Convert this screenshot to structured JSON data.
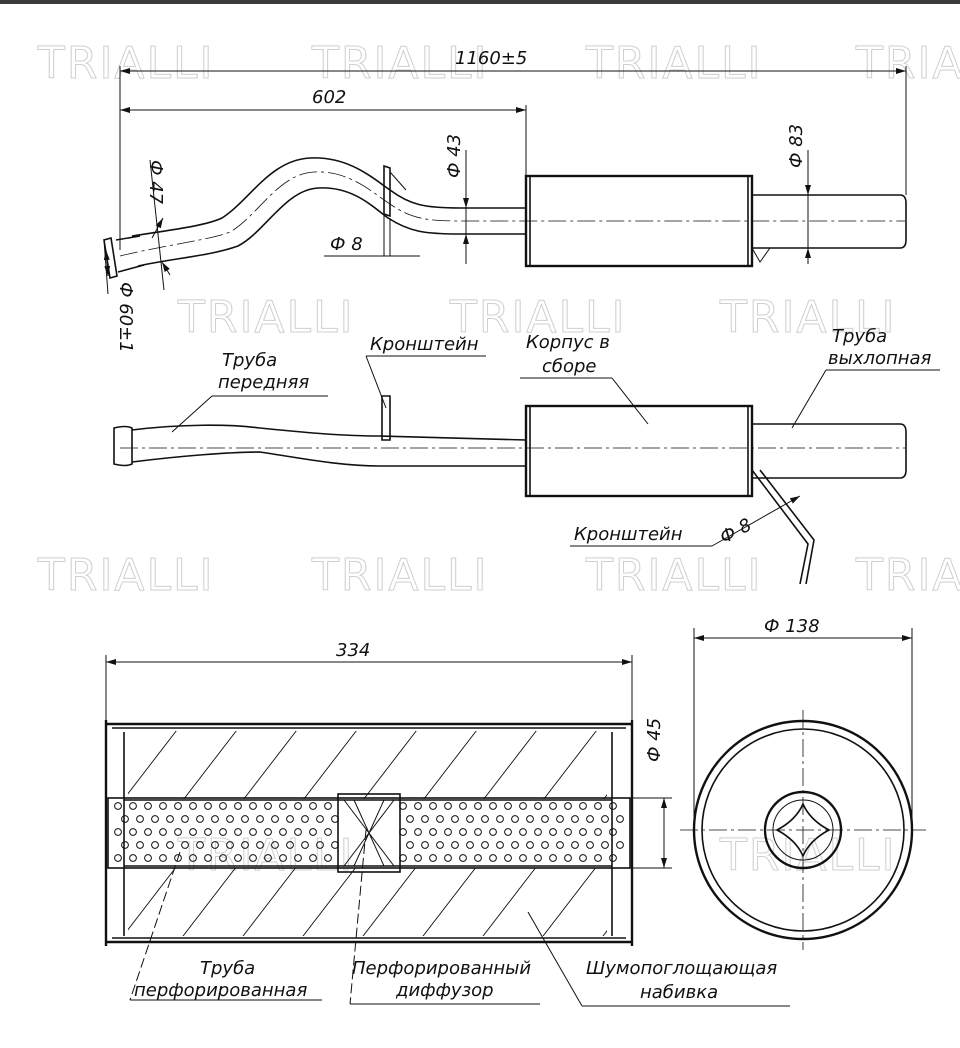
{
  "watermark": "TRIALLI",
  "dimensions": {
    "overall_length": "1160±5",
    "front_length": "602",
    "front_tube_dia": "Ф 47",
    "inlet_flange_dia": "Ф 60±1",
    "bracket_rod_dia": "Ф 8",
    "mid_tube_dia": "Ф 43",
    "exhaust_tube_dia": "Ф 83",
    "bracket2_rod_dia": "Ф 8",
    "body_length": "334",
    "perforated_dia": "Ф 45",
    "body_dia": "Ф 138"
  },
  "labels": {
    "front_pipe": [
      "Труба",
      "передняя"
    ],
    "bracket_top": "Кронштейн",
    "body_assembly": [
      "Корпус в",
      "сборе"
    ],
    "exhaust_pipe": [
      "Труба",
      "выхлопная"
    ],
    "bracket_bottom": "Кронштейн",
    "perforated_pipe": [
      "Труба",
      "перфорированная"
    ],
    "perforated_diffuser": [
      "Перфорированный",
      "диффузор"
    ],
    "sound_packing": [
      "Шумопоглощающая",
      "набивка"
    ]
  }
}
